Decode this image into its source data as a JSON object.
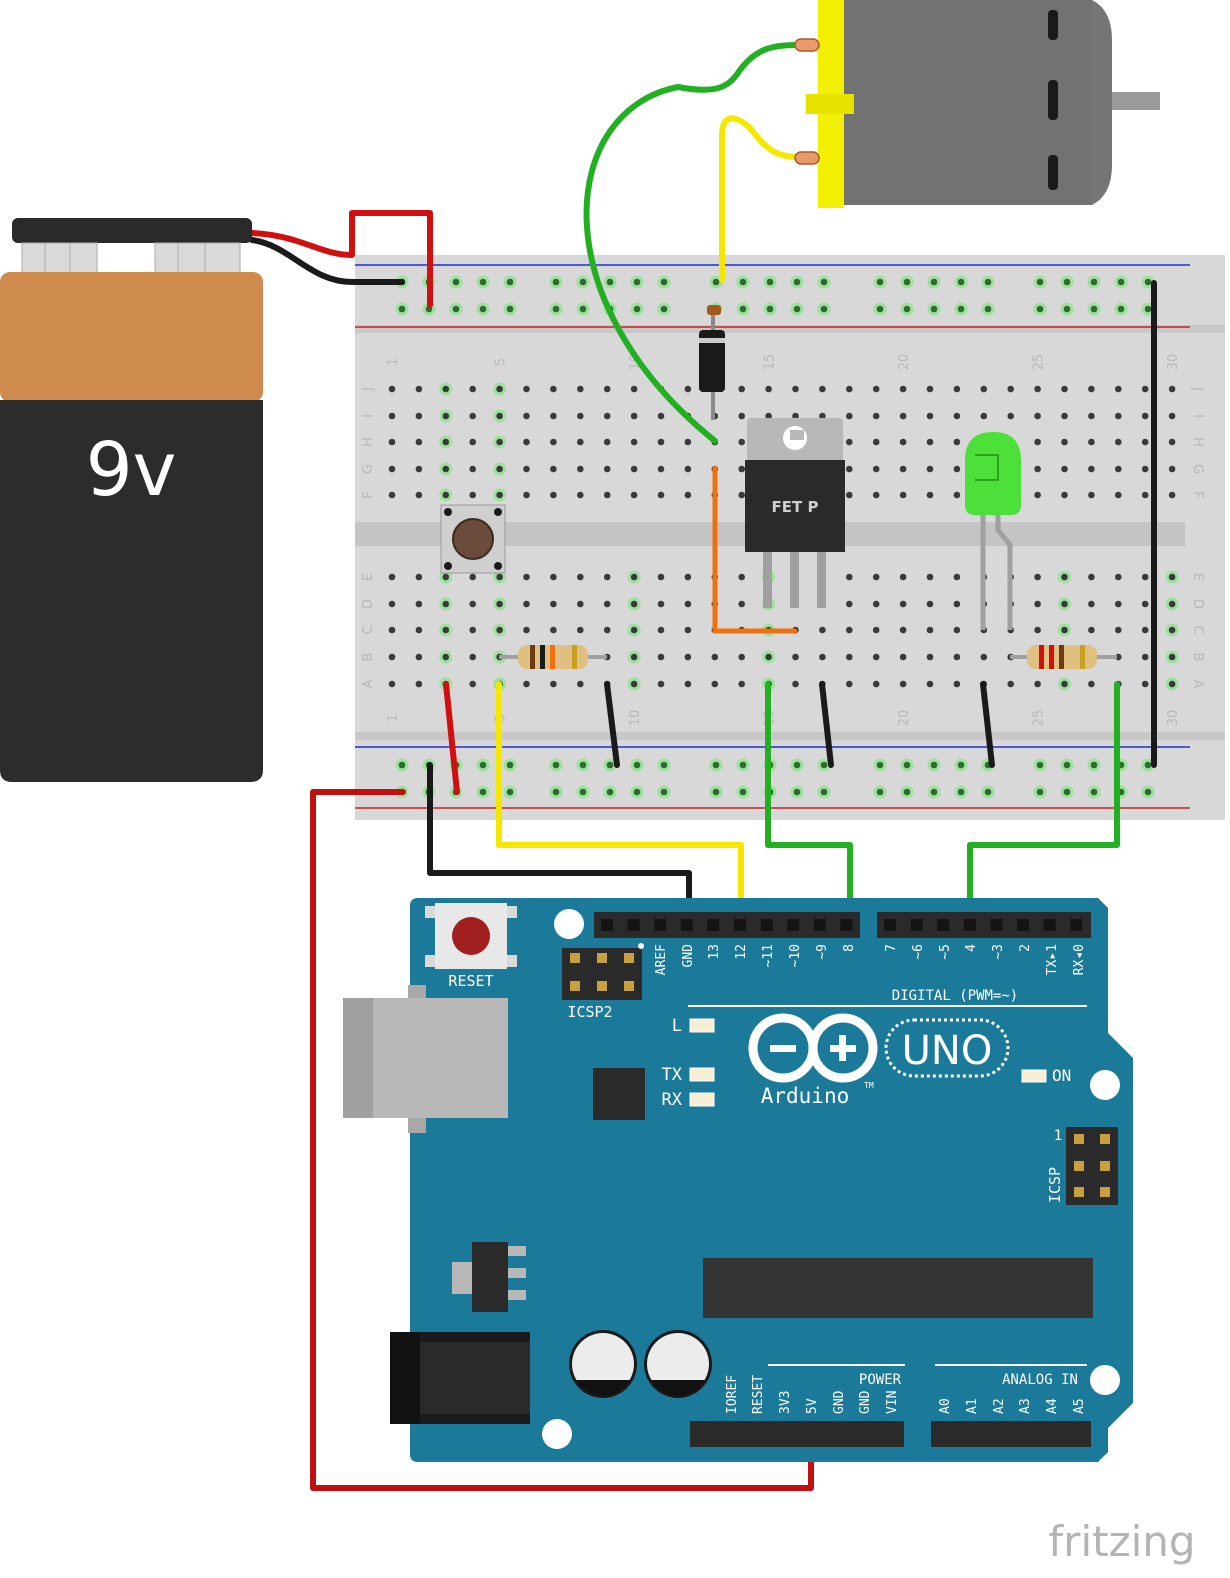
{
  "battery": {
    "label": "9v"
  },
  "breadboard": {
    "column_numbers": [
      "1",
      "5",
      "10",
      "15",
      "20",
      "25",
      "30"
    ],
    "row_letters_top": [
      "J",
      "I",
      "H",
      "G",
      "F"
    ],
    "row_letters_bottom": [
      "E",
      "D",
      "C",
      "B",
      "A"
    ]
  },
  "mosfet": {
    "label": "FET P"
  },
  "arduino": {
    "reset_label": "RESET",
    "icsp2_label": "ICSP2",
    "icsp_label": "ICSP",
    "icsp_pin1": "1",
    "digital_label": "DIGITAL (PWM=~)",
    "power_label": "POWER",
    "analog_label": "ANALOG IN",
    "brand": "Arduino",
    "tm": "TM",
    "model": "UNO",
    "on_label": "ON",
    "led_labels": [
      "L",
      "TX",
      "RX"
    ],
    "digital_pins_left": [
      "AREF",
      "GND",
      "13",
      "12",
      "~11",
      "~10",
      "~9",
      "8"
    ],
    "digital_pins_right": [
      "7",
      "~6",
      "~5",
      "4",
      "~3",
      "2",
      "TX▸1",
      "RX◂0"
    ],
    "power_pins": [
      "IOREF",
      "RESET",
      "3V3",
      "5V",
      "GND",
      "GND",
      "VIN"
    ],
    "analog_pins": [
      "A0",
      "A1",
      "A2",
      "A3",
      "A4",
      "A5"
    ]
  },
  "watermark": "fritzing",
  "colors": {
    "arduino_board": "#1b7a9a",
    "breadboard": "#d8d8d8",
    "wire_red": "#d01010",
    "wire_black": "#1a1a1a",
    "wire_yellow": "#f4e800",
    "wire_green": "#22b022",
    "wire_orange": "#f07010",
    "motor_body": "#757575",
    "motor_cap": "#f2ef00",
    "led_green": "#4ee03a",
    "battery_top": "#cf8a4e",
    "battery_body": "#2c2c2c"
  }
}
